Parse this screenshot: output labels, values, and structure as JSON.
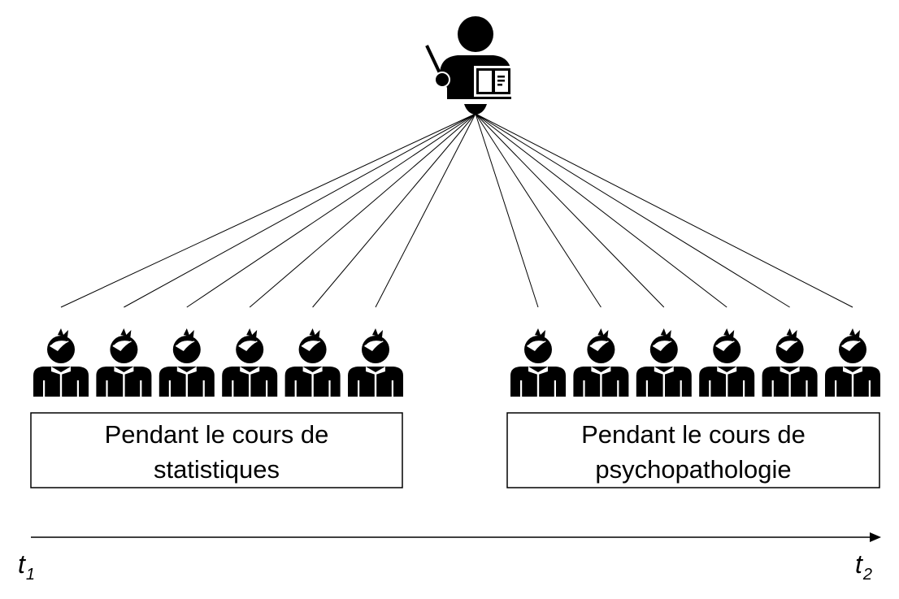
{
  "teacher": {
    "icon": "teacher-with-pointer-and-book-icon"
  },
  "groups": [
    {
      "student_count": 6,
      "student_icon": "student-icon",
      "box_lines": [
        "Pendant le cours de",
        "statistiques"
      ]
    },
    {
      "student_count": 6,
      "student_icon": "student-icon",
      "box_lines": [
        "Pendant le cours de",
        "psychopathologie"
      ]
    }
  ],
  "timeline": {
    "start_label": "t",
    "start_sub": "1",
    "end_label": "t",
    "end_sub": "2"
  },
  "colors": {
    "ink": "#000000",
    "background": "#ffffff"
  }
}
